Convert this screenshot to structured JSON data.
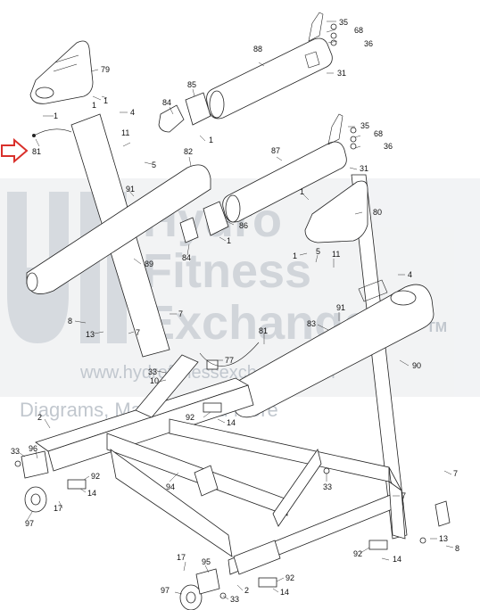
{
  "colors": {
    "line": "#222222",
    "arrow": "#d9302b",
    "watermark": "#c9ced4",
    "watermark_text": "#b7bec6",
    "background": "#ffffff"
  },
  "watermark": {
    "line1": "Hydro",
    "line2": "Fitness",
    "line3": "Exchange",
    "tm": "TM",
    "url": "www.hydrofitnessexchange.com",
    "tagline": "Diagrams, Manuals And More"
  },
  "labels": {
    "l35a": "35",
    "l68a": "68",
    "l36a": "36",
    "l88": "88",
    "l31a": "31",
    "l79": "79",
    "l1a": "1",
    "l1b": "1",
    "l4a": "4",
    "l1c": "1",
    "l81a": "81",
    "l84a": "84",
    "l85": "85",
    "l1d": "1",
    "l11a": "11",
    "l5a": "5",
    "l82": "82",
    "l91a": "91",
    "l86": "86",
    "l1e": "1",
    "l84b": "84",
    "l89": "89",
    "l35b": "35",
    "l68b": "68",
    "l36b": "36",
    "l87": "87",
    "l31b": "31",
    "l1f": "1",
    "l80": "80",
    "l1g": "1",
    "l5b": "5",
    "l11b": "11",
    "l4b": "4",
    "l8a": "8",
    "l7a": "7",
    "l13a": "13",
    "l7b": "7",
    "l91b": "91",
    "l83": "83",
    "l90": "90",
    "l81b": "81",
    "l77": "77",
    "l33a": "33",
    "l10": "10",
    "l92a": "92",
    "l14a": "14",
    "l2a": "2",
    "l33b": "33",
    "l96": "96",
    "l92b": "92",
    "l14b": "14",
    "l17a": "17",
    "l94": "94",
    "l97a": "97",
    "l33c": "33",
    "l7c": "7",
    "l7d": "7",
    "l13b": "13",
    "l8b": "8",
    "l92c": "92",
    "l14c": "14",
    "l17b": "17",
    "l95": "95",
    "l92d": "92",
    "l14d": "14",
    "l97b": "97",
    "l2b": "2",
    "l33d": "33"
  }
}
